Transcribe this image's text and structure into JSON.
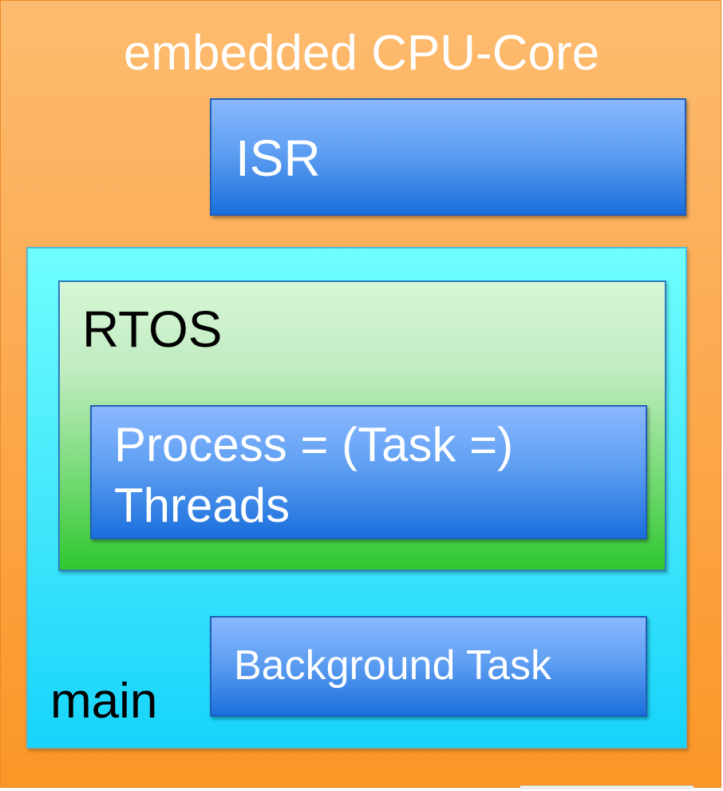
{
  "cpu_core": {
    "title": "embedded CPU-Core",
    "color_top": "#fdbb6f",
    "color_bottom": "#fb9626"
  },
  "isr": {
    "label": "ISR",
    "color": "#1a6fdc"
  },
  "main": {
    "label": "main",
    "color": "#16d4fb",
    "rtos": {
      "label": "RTOS",
      "color": "#2fc82f",
      "process": {
        "line1": "Process = (Task =)",
        "line2": "Threads"
      }
    },
    "background_task": {
      "label": "Background Task"
    }
  }
}
